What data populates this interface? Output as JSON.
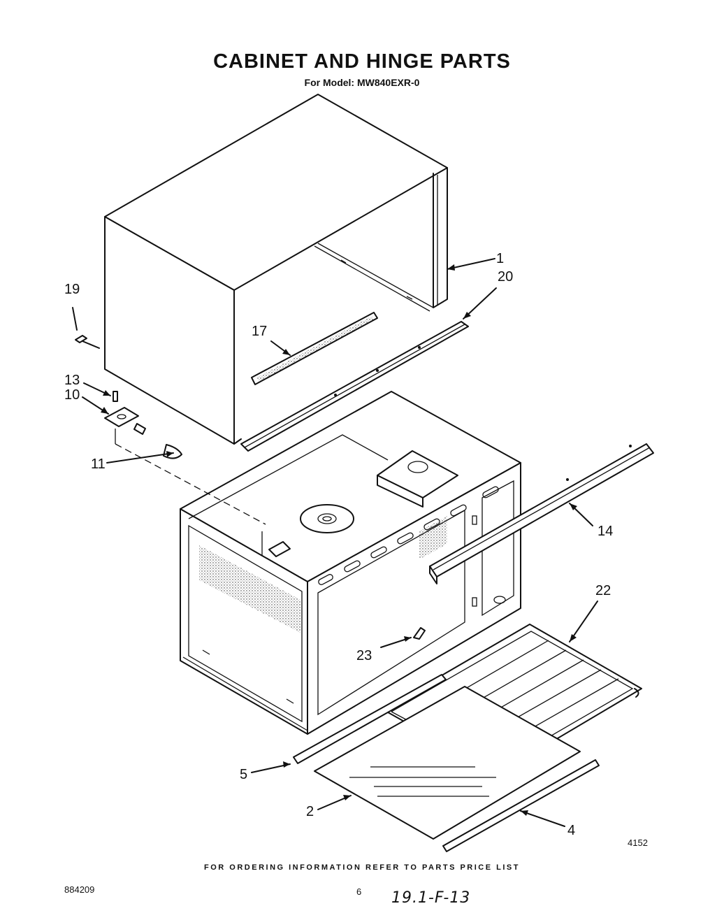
{
  "header": {
    "title": "CABINET AND HINGE PARTS",
    "subtitle": "For Model: MW840EXR-0"
  },
  "callouts": [
    {
      "id": "c1",
      "label": "1"
    },
    {
      "id": "c20",
      "label": "20"
    },
    {
      "id": "c19",
      "label": "19"
    },
    {
      "id": "c17",
      "label": "17"
    },
    {
      "id": "c13",
      "label": "13"
    },
    {
      "id": "c10",
      "label": "10"
    },
    {
      "id": "c11",
      "label": "11"
    },
    {
      "id": "c14",
      "label": "14"
    },
    {
      "id": "c22",
      "label": "22"
    },
    {
      "id": "c23",
      "label": "23"
    },
    {
      "id": "c5",
      "label": "5"
    },
    {
      "id": "c2",
      "label": "2"
    },
    {
      "id": "c4",
      "label": "4"
    }
  ],
  "footer": {
    "ordering_note": "FOR ORDERING INFORMATION REFER TO PARTS PRICE LIST",
    "drawing_number": "4152",
    "part_number": "884209",
    "page_number": "6",
    "handwritten_note": "19.1-F-13"
  }
}
